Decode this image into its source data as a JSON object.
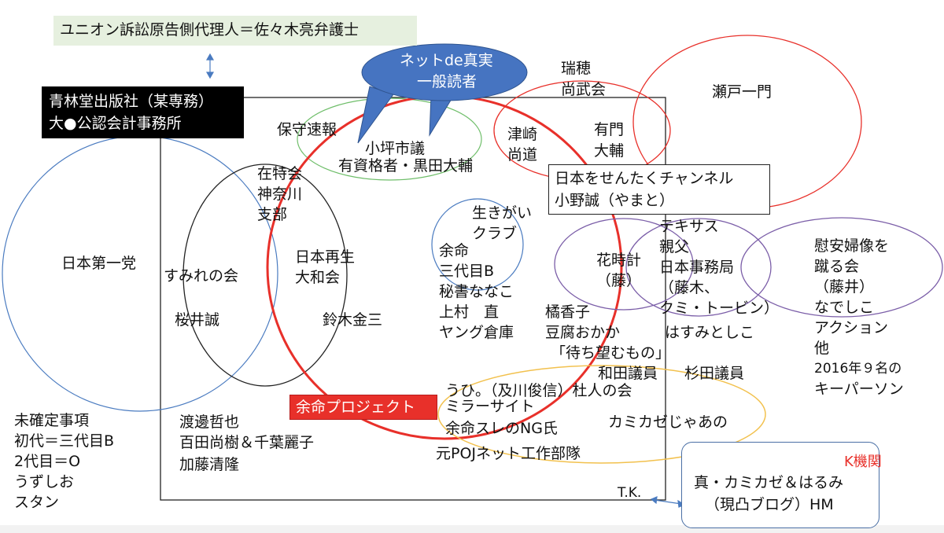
{
  "top_label": "ユニオン訴訟原告側代理人＝佐々木亮弁護士",
  "black_box": {
    "line1": "青林堂出版社（某専務）",
    "line2": "大●公認会計事務所"
  },
  "bubble": {
    "line1": "ネットde真実",
    "line2": "一般読者"
  },
  "mizuho": {
    "line1": "瑞穂",
    "line2": "尚武会"
  },
  "seto": "瀬戸一門",
  "hoshu": "保守速報",
  "koizumi": {
    "line1": "小坪市議",
    "line2": "有資格者・黒田大輔"
  },
  "tsuzaki": {
    "line1": "津崎",
    "line2": "尚道"
  },
  "arikado": {
    "line1": "有門",
    "line2": "大輔"
  },
  "channel_box": {
    "line1": "日本をせんたくチャンネル",
    "line2": "小野誠（やまと）"
  },
  "zaitoku": {
    "line1": "在特会",
    "line2": "神奈川",
    "line3": "支部"
  },
  "nihon_daiichi": "日本第一党",
  "sumire": "すみれの会",
  "sakurai": "桜井誠",
  "saisei": {
    "line1": "日本再生",
    "line2": "大和会"
  },
  "suzuki": "鈴木金三",
  "ikigai": {
    "line1": "生きがい",
    "line2": "クラブ"
  },
  "yomei_list": [
    "余命",
    "三代目B",
    "秘書ななこ",
    "上村　直",
    "ヤング倉庫"
  ],
  "hanatokei": {
    "line1": "花時計",
    "line2": "（藤）"
  },
  "texas": {
    "line1": "テキサス",
    "line2": "親父",
    "line3": "日本事務局",
    "line4": "（藤木、",
    "line5": "クミ・トービン）"
  },
  "ianfu": {
    "line1": "慰安婦像を",
    "line2": "蹴る会",
    "line3": "（藤井）",
    "line4": "なでしこ",
    "line5": "アクション",
    "line6": "他",
    "line7": "2016年９名の",
    "line8": "キーパーソン"
  },
  "kikoko": "橘香子",
  "tofu": "豆腐おかか",
  "machinozomu": "「待ち望むもの」",
  "hasumi": "はすみとしこ",
  "wada": "和田議員",
  "sugita": "杉田議員",
  "uhi": "うひ。（及川俊信）杜人の会",
  "project": "余命プロジェクト",
  "mirror": "ミラーサイト",
  "yomei_sure": "余命スレのNG氏",
  "kamikaze_jaano": "カミカゼじゃあの",
  "moto_poj": "元POJネット工作部隊",
  "undetermined": [
    "未確定事項",
    "初代＝三代目B",
    "2代目＝O",
    "うずしお",
    "スタン"
  ],
  "watanabe": [
    "渡邊哲也",
    "百田尚樹＆千葉麗子",
    "加藤清隆"
  ],
  "tk": "T.K.",
  "k_agency": {
    "title": "K機関",
    "line1": "真・カミカゼ＆はるみ",
    "line2": "（現凸ブログ）HM"
  },
  "colors": {
    "red": "#e8302a",
    "blue": "#4a7bc0",
    "green": "#6fbe6a",
    "purple": "#7b5ea8",
    "yellow": "#f2c14e",
    "bubble": "#4674c1",
    "label_bg": "#e6f0df"
  }
}
